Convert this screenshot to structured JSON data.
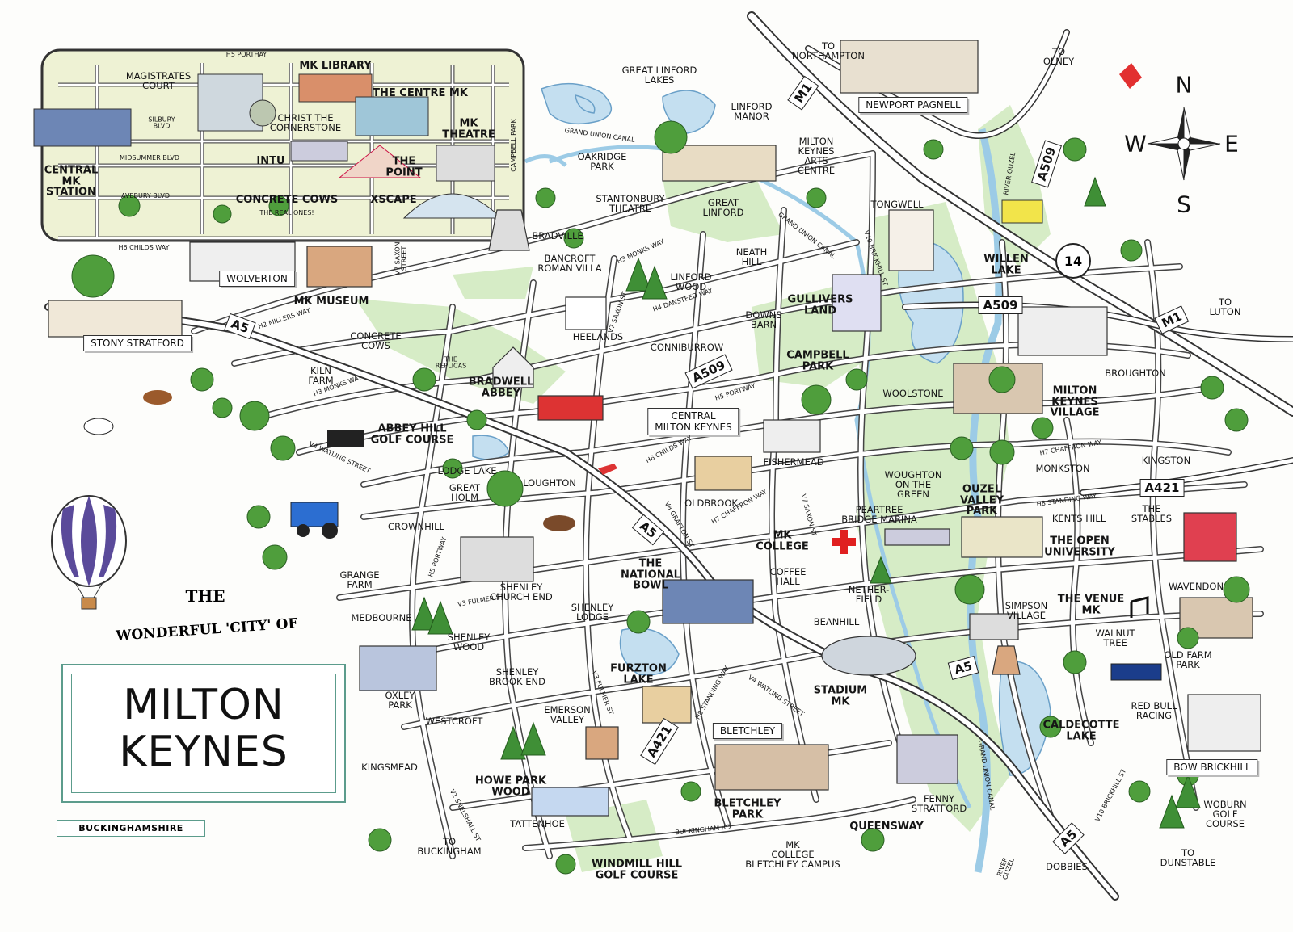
{
  "title": {
    "the": "THE",
    "subtitle": "WONDERFUL 'CITY' OF",
    "main": "MILTON\nKEYNES",
    "county": "BUCKINGHAMSHIRE"
  },
  "compass": {
    "n": "N",
    "s": "S",
    "e": "E",
    "w": "W"
  },
  "inset": {
    "streets": {
      "h5": "H5 PORTHAY",
      "h6": "H6 CHILDS WAY",
      "silbury": "SILBURY\nBLVD",
      "midsummer": "MIDSUMMER BLVD",
      "avebury": "AVEBURY BLVD",
      "campbell": "CAMPBELL PARK",
      "v7": "V7 SAXON\nSTREET"
    },
    "places": {
      "magistrates": "MAGISTRATES\nCOURT",
      "library": "MK LIBRARY",
      "centre_mk": "THE CENTRE MK",
      "christ": "CHRIST THE\nCORNERSTONE",
      "theatre": "MK\nTHEATRE",
      "intu": "INTU",
      "point": "THE\nPOINT",
      "central_station": "CENTRAL\nMK\nSTATION",
      "cows": "CONCRETE COWS",
      "real_ones": "THE REAL ONES!",
      "xscape": "XSCAPE"
    }
  },
  "signs": {
    "wolverton": "WOLVERTON",
    "stony": "STONY STRATFORD",
    "newport": "NEWPORT PAGNELL",
    "cmk": "CENTRAL\nMILTON KEYNES",
    "bletchley": "BLETCHLEY",
    "bow": "BOW BRICKHILL"
  },
  "shields": {
    "m1_north": "M1",
    "m1_south": "M1",
    "a509_top": "A509",
    "a509_mid": "A509",
    "a509_cmk": "A509",
    "a5_west": "A5",
    "a5_mid": "A5",
    "a5_east": "A5",
    "a5_south": "A5",
    "a421_east": "A421",
    "a421_south": "A421",
    "j14": "14"
  },
  "directions": {
    "northampton": "TO\nNORTHAMPTON",
    "olney": "TO\nOLNEY",
    "luton": "TO\nLUTON",
    "dunstable": "TO\nDUNSTABLE",
    "buckingham": "TO\nBUCKINGHAM"
  },
  "places": {
    "great_linford_lakes": "GREAT LINFORD\nLAKES",
    "linford_manor": "LINFORD\nMANOR",
    "arts_centre": "MILTON\nKEYNES\nARTS\nCENTRE",
    "grand_union_canal": "GRAND UNION CANAL",
    "oakridge": "OAKRIDGE\nPARK",
    "stantonbury": "STANTONBURY\nTHEATRE",
    "great_linford": "GREAT\nLINFORD",
    "tongwell": "TONGWELL",
    "bradville": "BRADVILLE",
    "bancroft": "BANCROFT\nROMAN VILLA",
    "neath_hill": "NEATH\nHILL",
    "linford_wood": "LINFORD\nWOOD",
    "willen_lake": "WILLEN\nLAKE",
    "river_ouzel": "RIVER OUZEL",
    "mk_museum": "MK MUSEUM",
    "heelands": "HEELANDS",
    "downs_barn": "DOWNS\nBARN",
    "gullivers": "GULLIVERS\nLAND",
    "concrete_cows": "CONCRETE\nCOWS",
    "replicas": "THE\nREPLICAS",
    "kiln_farm": "KILN\nFARM",
    "conniburrow": "CONNIBURROW",
    "campbell_park": "CAMPBELL\nPARK",
    "broughton": "BROUGHTON",
    "bradwell_abbey": "BRADWELL\nABBEY",
    "woolstone": "WOOLSTONE",
    "mk_village": "MILTON\nKEYNES\nVILLAGE",
    "abbey_hill": "ABBEY HILL\nGOLF COURSE",
    "fishermead": "FISHERMEAD",
    "woughton": "WOUGHTON\nON THE\nGREEN",
    "ouzel_valley": "OUZEL\nVALLEY\nPARK",
    "kingston": "KINGSTON",
    "monkston": "MONKSTON",
    "lodge_lake": "LODGE LAKE",
    "great_holm": "GREAT\nHOLM",
    "loughton": "LOUGHTON",
    "oldbrook": "OLDBROOK",
    "peartree": "PEARTREE\nBRIDGE MARINA",
    "kents_hill": "KENTS HILL",
    "stables": "THE\nSTABLES",
    "crownhill": "CROWNHILL",
    "mk_college": "MK\nCOLLEGE",
    "open_university": "THE OPEN\nUNIVERSITY",
    "grange_farm": "GRANGE\nFARM",
    "shenley_church_end": "SHENLEY\nCHURCH END",
    "national_bowl": "THE\nNATIONAL\nBOWL",
    "coffee_hall": "COFFEE\nHALL",
    "netherfield": "NETHER-\nFIELD",
    "simpson": "SIMPSON\nVILLAGE",
    "venue_mk": "THE VENUE\nMK",
    "wavendon": "WAVENDON",
    "medbourne": "MEDBOURNE",
    "shenley_lodge": "SHENLEY\nLODGE",
    "shenley_wood": "SHENLEY\nWOOD",
    "beanhill": "BEANHILL",
    "walnut_tree": "WALNUT\nTREE",
    "old_farm_park": "OLD FARM\nPARK",
    "furzton": "FURZTON\nLAKE",
    "shenley_brook_end": "SHENLEY\nBROOK END",
    "stadium_mk": "STADIUM\nMK",
    "oxley_park": "OXLEY\nPARK",
    "emerson_valley": "EMERSON\nVALLEY",
    "red_bull": "RED BULL\nRACING",
    "westcroft": "WESTCROFT",
    "caldecotte": "CALDECOTTE\nLAKE",
    "kingsmead": "KINGSMEAD",
    "howe_park": "HOWE PARK\nWOOD",
    "bletchley_park": "BLETCHLEY\nPARK",
    "fenny_stratford": "FENNY\nSTRATFORD",
    "woburn": "WOBURN\nGOLF\nCOURSE",
    "tattenhoe": "TATTENHOE",
    "queensway": "QUEENSWAY",
    "mk_college_bletchley": "MK\nCOLLEGE\nBLETCHLEY CAMPUS",
    "windmill_hill": "WINDMILL HILL\nGOLF COURSE",
    "dobbies": "DOBBIES",
    "grand_union_canal_south": "GRAND UNION CANAL",
    "grand_union_canal_mid": "GRAND UNION CANAL",
    "river_ouzel_south": "RIVER\nOUZEL"
  },
  "roads": {
    "h2": "H2 MILLERS WAY",
    "h3": "H3 MONKS WAY",
    "h3b": "H3 MONKS WAY",
    "h4": "H4 DANSTEED WAY",
    "v4": "V4 WATLING STREET",
    "v4b": "V4 WATLING STREET",
    "h5": "H5 PORTWAY",
    "h6": "H6 CHILDS WAY",
    "v8": "V8 GRAFTON ST",
    "h7": "H7 CHAFFRON WAY",
    "h7b": "H7 CHAFFRON WAY",
    "v7": "V7 SAXON ST",
    "v7b": "V7 SAXON ST",
    "h5b": "H5 PORTWAY",
    "h8": "H8 STANDING WAY",
    "h8b": "H8 STANDING WAY",
    "v3": "V3 FULMER ST",
    "v3b": "V3 FULMER ST",
    "v1": "V1 SNELSHALL ST",
    "v10": "V10 BRICKHILL ST",
    "v10b": "V10 BRICKHILL ST",
    "buckingham_rd": "BUCKINGHAM RD"
  },
  "colors": {
    "park": "#d6ecc6",
    "water": "#c4dff0",
    "road": "#444444",
    "inset_bg": "#eef2d4",
    "frame": "#5c9c8c"
  }
}
